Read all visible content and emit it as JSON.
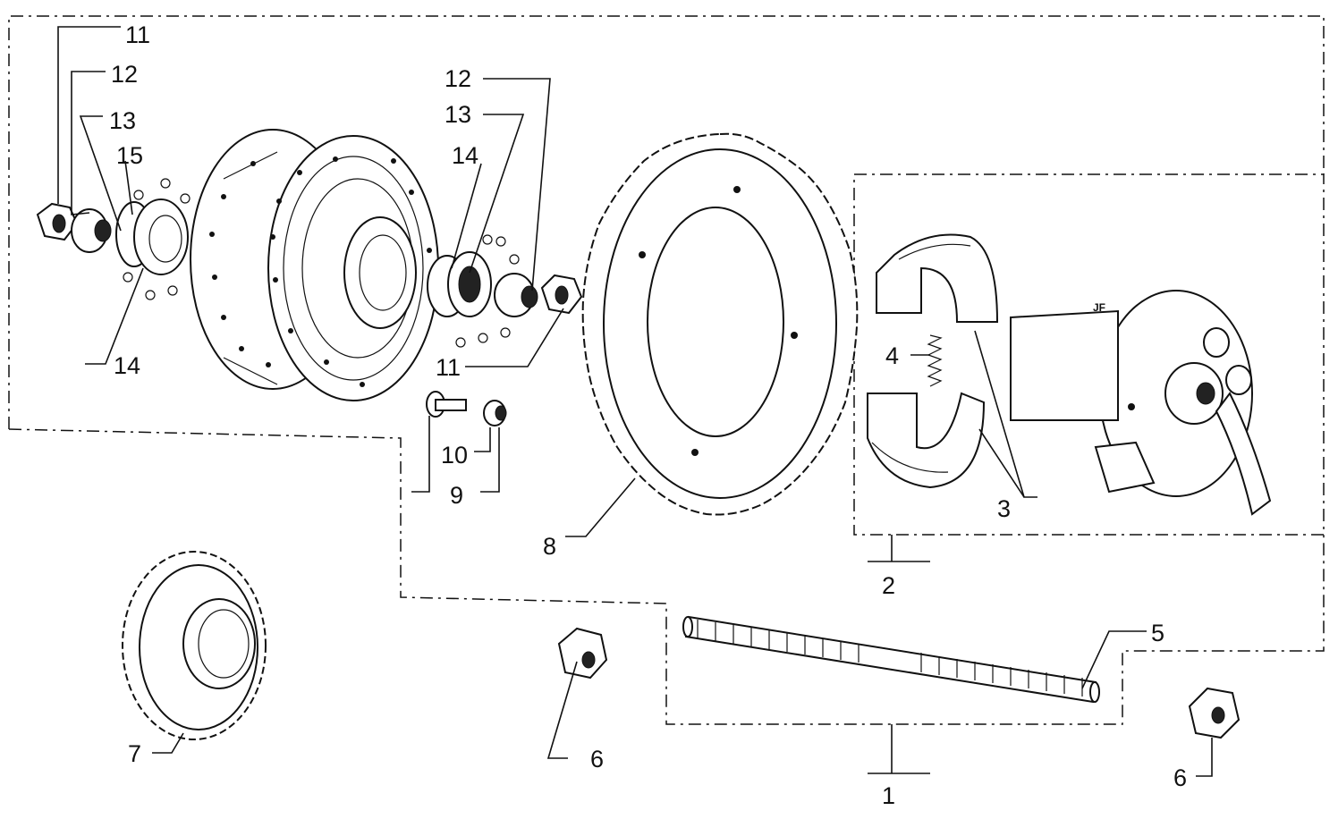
{
  "callouts": {
    "c1": "1",
    "c2": "2",
    "c3": "3",
    "c4": "4",
    "c5": "5",
    "c6a": "6",
    "c6b": "6",
    "c7": "7",
    "c8": "8",
    "c9": "9",
    "c10": "10",
    "c11a": "11",
    "c11b": "11",
    "c12a": "12",
    "c12b": "12",
    "c13a": "13",
    "c13b": "13",
    "c14a": "14",
    "c14b": "14",
    "c15": "15"
  },
  "brake_plate_mark": "JF"
}
